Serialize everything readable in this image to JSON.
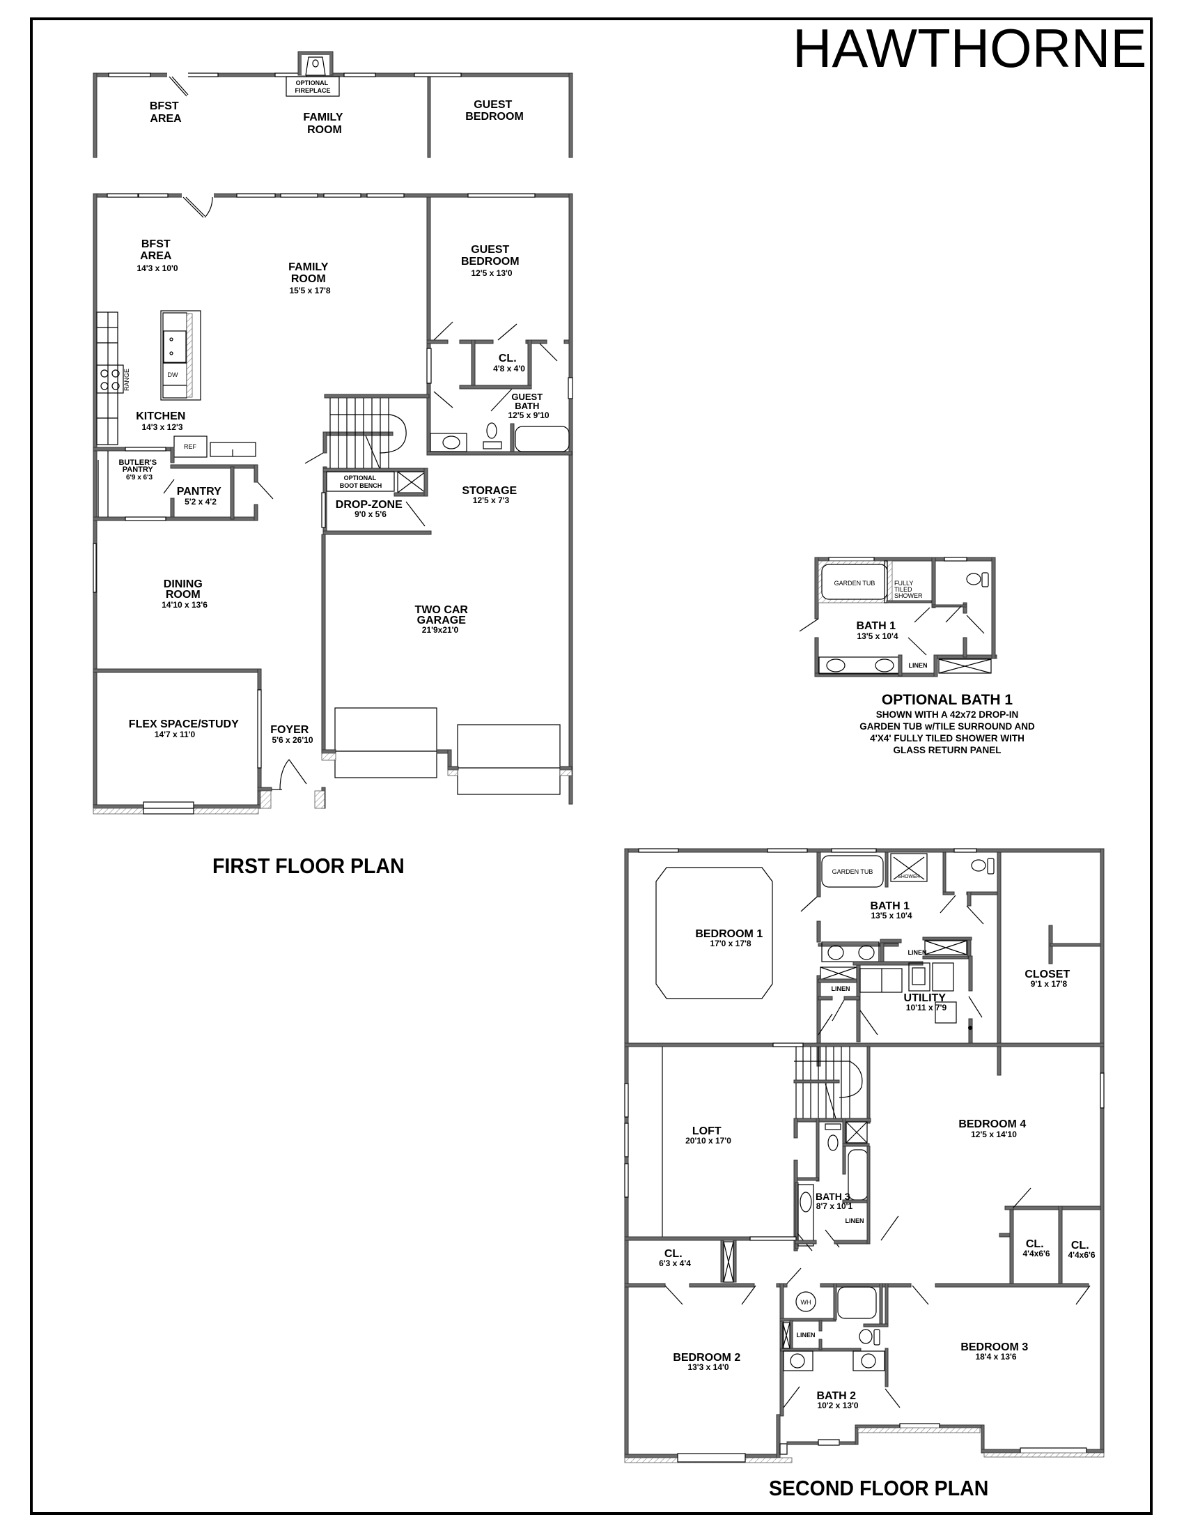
{
  "title": "HAWTHORNE",
  "captions": {
    "first_floor": "FIRST FLOOR PLAN",
    "second_floor": "SECOND FLOOR PLAN"
  },
  "optional_elevation": {
    "fireplace": [
      "OPTIONAL",
      "FIREPLACE"
    ],
    "rooms": [
      {
        "name": [
          "BFST",
          "AREA"
        ]
      },
      {
        "name": [
          "FAMILY",
          "ROOM"
        ]
      },
      {
        "name": [
          "GUEST",
          "BEDROOM"
        ]
      }
    ]
  },
  "first_floor": {
    "rooms": [
      {
        "id": "bfst",
        "name": [
          "BFST",
          "AREA"
        ],
        "dims": "14'3 x 10'0"
      },
      {
        "id": "family",
        "name": [
          "FAMILY",
          "ROOM"
        ],
        "dims": "15'5 x 17'8"
      },
      {
        "id": "guest_bed",
        "name": [
          "GUEST",
          "BEDROOM"
        ],
        "dims": "12'5 x 13'0"
      },
      {
        "id": "cl",
        "name": [
          "CL."
        ],
        "dims": "4'8 x 4'0"
      },
      {
        "id": "guest_bath",
        "name": [
          "GUEST",
          "BATH"
        ],
        "dims": "12'5 x 9'10"
      },
      {
        "id": "kitchen",
        "name": [
          "KITCHEN"
        ],
        "dims": "14'3 x 12'3"
      },
      {
        "id": "butlers",
        "name": [
          "BUTLER'S",
          "PANTRY"
        ],
        "dims": "6'9 x 6'3"
      },
      {
        "id": "pantry",
        "name": [
          "PANTRY"
        ],
        "dims": "5'2 x 4'2"
      },
      {
        "id": "dropzone",
        "name": [
          "DROP-ZONE"
        ],
        "dims": "9'0 x 5'6"
      },
      {
        "id": "storage",
        "name": [
          "STORAGE"
        ],
        "dims": "12'5 x 7'3"
      },
      {
        "id": "dining",
        "name": [
          "DINING",
          "ROOM"
        ],
        "dims": "14'10 x 13'6"
      },
      {
        "id": "garage",
        "name": [
          "TWO CAR",
          "GARAGE"
        ],
        "dims": "21'9x21'0"
      },
      {
        "id": "flex",
        "name": [
          "FLEX SPACE/STUDY"
        ],
        "dims": "14'7 x 11'0"
      },
      {
        "id": "foyer",
        "name": [
          "FOYER"
        ],
        "dims": "5'6 x 26'10"
      }
    ],
    "fixtures": {
      "boot_bench": [
        "OPTIONAL",
        "BOOT BENCH"
      ],
      "range": "RANGE",
      "dw": "DW",
      "ref": "REF"
    }
  },
  "optional_bath": {
    "room": {
      "name": "BATH 1",
      "dims": "13'5 x 10'4"
    },
    "garden_tub": "GARDEN TUB",
    "shower": [
      "FULLY",
      "TILED",
      "SHOWER"
    ],
    "linen": "LINEN",
    "heading": "OPTIONAL BATH 1",
    "description": [
      "SHOWN WITH A 42x72 DROP-IN",
      "GARDEN TUB w/TILE SURROUND AND",
      "4'X4' FULLY TILED SHOWER WITH",
      "GLASS RETURN PANEL"
    ]
  },
  "second_floor": {
    "rooms": [
      {
        "id": "bed1",
        "name": [
          "BEDROOM 1"
        ],
        "dims": "17'0 x 17'8"
      },
      {
        "id": "bath1",
        "name": [
          "BATH 1"
        ],
        "dims": "13'5 x 10'4"
      },
      {
        "id": "closet",
        "name": [
          "CLOSET"
        ],
        "dims": "9'1 x 17'8"
      },
      {
        "id": "utility",
        "name": [
          "UTILITY"
        ],
        "dims": "10'11 x 7'9"
      },
      {
        "id": "loft",
        "name": [
          "LOFT"
        ],
        "dims": "20'10 x 17'0"
      },
      {
        "id": "bed4",
        "name": [
          "BEDROOM 4"
        ],
        "dims": "12'5 x 14'10"
      },
      {
        "id": "bath3",
        "name": [
          "BATH 3"
        ],
        "dims": "8'7 x 10'1"
      },
      {
        "id": "cl1",
        "name": [
          "CL."
        ],
        "dims": "6'3 x 4'4"
      },
      {
        "id": "cl2",
        "name": [
          "CL."
        ],
        "dims": "4'4x6'6"
      },
      {
        "id": "cl3",
        "name": [
          "CL."
        ],
        "dims": "4'4x6'6"
      },
      {
        "id": "bed2",
        "name": [
          "BEDROOM 2"
        ],
        "dims": "13'3 x 14'0"
      },
      {
        "id": "bath2",
        "name": [
          "BATH 2"
        ],
        "dims": "10'2 x 13'0"
      },
      {
        "id": "bed3",
        "name": [
          "BEDROOM 3"
        ],
        "dims": "18'4 x 13'6"
      }
    ],
    "fixtures": {
      "garden_tub": "GARDEN TUB",
      "shower": "SHOWER",
      "linen": "LINEN",
      "wh": "WH"
    }
  }
}
